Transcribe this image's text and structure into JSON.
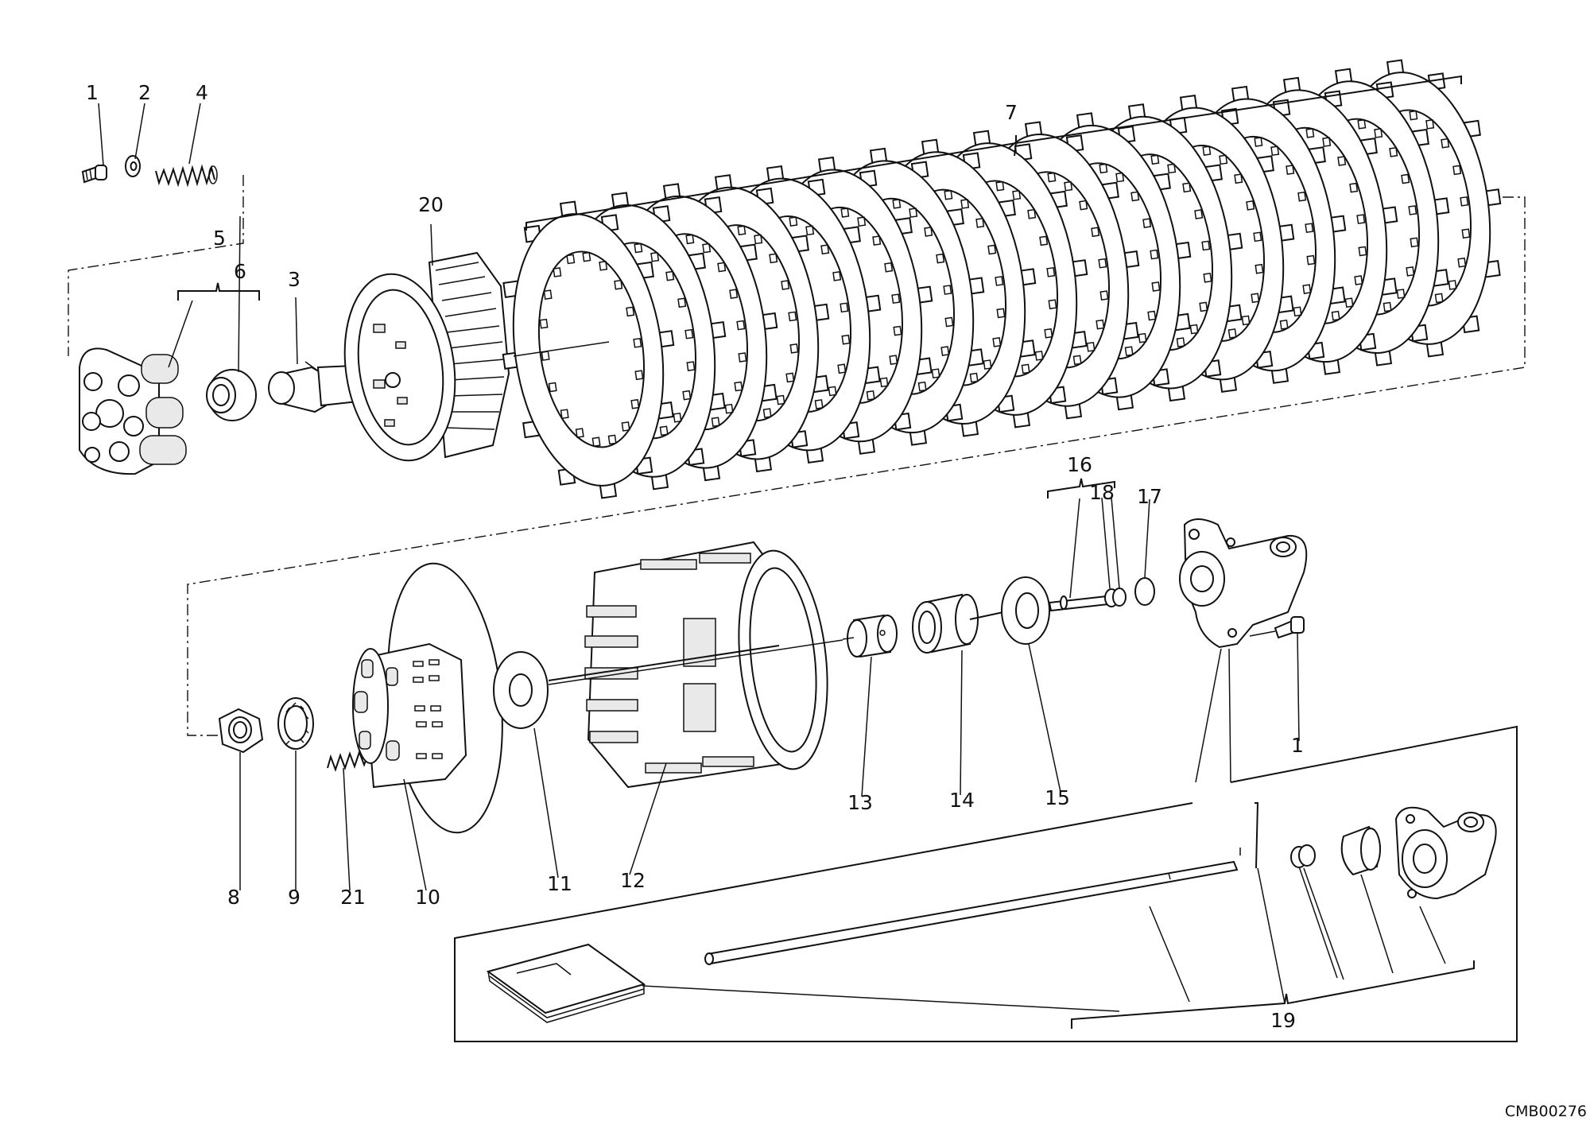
{
  "drawing_code": "CMB00276",
  "callouts": [
    {
      "id": "c1a",
      "text": "1"
    },
    {
      "id": "c2",
      "text": "2"
    },
    {
      "id": "c4",
      "text": "4"
    },
    {
      "id": "c7",
      "text": "7"
    },
    {
      "id": "c20",
      "text": "20"
    },
    {
      "id": "c5",
      "text": "5"
    },
    {
      "id": "c6",
      "text": "6"
    },
    {
      "id": "c3",
      "text": "3"
    },
    {
      "id": "c16",
      "text": "16"
    },
    {
      "id": "c18",
      "text": "18"
    },
    {
      "id": "c17",
      "text": "17"
    },
    {
      "id": "c1b",
      "text": "1"
    },
    {
      "id": "c13",
      "text": "13"
    },
    {
      "id": "c14",
      "text": "14"
    },
    {
      "id": "c15",
      "text": "15"
    },
    {
      "id": "c8",
      "text": "8"
    },
    {
      "id": "c9",
      "text": "9"
    },
    {
      "id": "c21",
      "text": "21"
    },
    {
      "id": "c10",
      "text": "10"
    },
    {
      "id": "c11",
      "text": "11"
    },
    {
      "id": "c12",
      "text": "12"
    },
    {
      "id": "c19",
      "text": "19"
    }
  ]
}
